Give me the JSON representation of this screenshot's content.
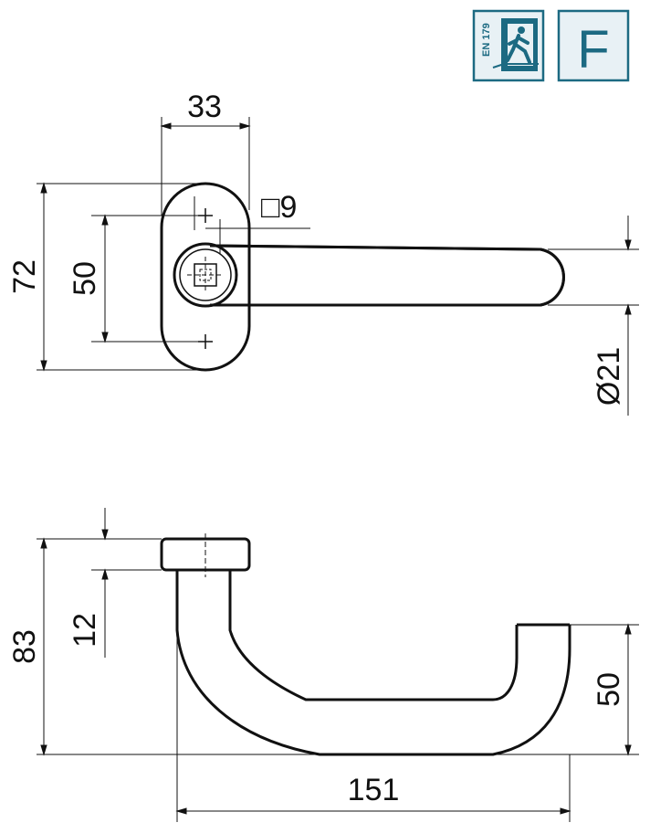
{
  "badges": {
    "en_label": "EN 179",
    "f_label": "F",
    "accent_color": "#1c6a82",
    "panel_color": "#e8f1f5"
  },
  "dimensions": {
    "rose_width": "33",
    "square": "□9",
    "rose_height": "72",
    "hole_spacing": "50",
    "diameter": "Ø21",
    "total_height": "83",
    "rose_thickness": "12",
    "handle_drop": "50",
    "total_length": "151"
  }
}
